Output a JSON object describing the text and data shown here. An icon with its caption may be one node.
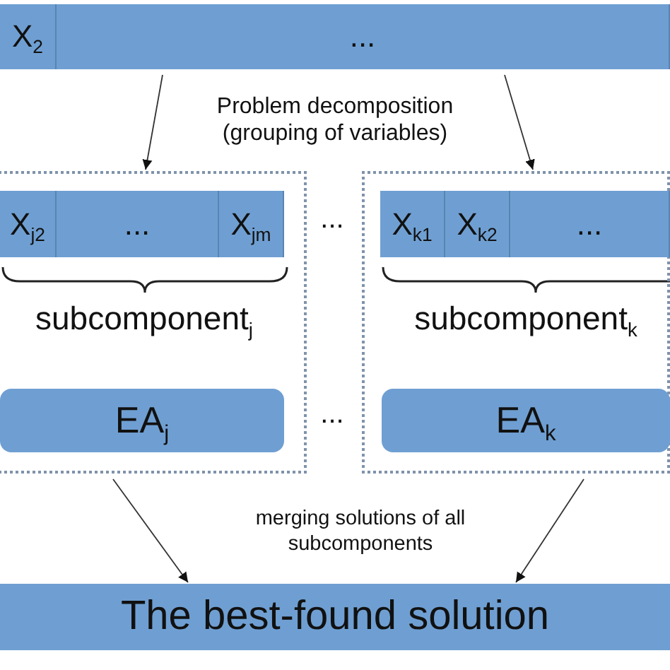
{
  "diagram": {
    "nodes": [
      {
        "text": [],
        "shape": "bar"
      },
      {
        "text": [
          "X$_{2}$"
        ],
        "in": 0
      },
      {
        "text": [
          "..."
        ],
        "in": 0
      },
      {
        "text": [],
        "shape": "box"
      },
      {
        "text": [
          "X$_{j2}$"
        ],
        "in": 3
      },
      {
        "text": [
          "..."
        ],
        "in": 3
      },
      {
        "text": [
          "X$_{jm}$"
        ],
        "in": 3
      },
      {
        "text": [
          "EA$_{j}$"
        ],
        "in": 3
      },
      {
        "text": [],
        "shape": "box"
      },
      {
        "text": [
          "X$_{k1}$"
        ],
        "in": 8
      },
      {
        "text": [
          "X$_{k2}$"
        ],
        "in": 8
      },
      {
        "text": [
          "..."
        ],
        "in": 8
      },
      {
        "text": [
          "EA$_{k}$"
        ],
        "in": 8
      },
      {
        "text": [
          "The best-found solution"
        ]
      }
    ],
    "edges": [
      {
        "from": 0,
        "to": 3,
        "arrow": "to"
      },
      {
        "from": 0,
        "to": 8,
        "arrow": "to"
      },
      {
        "from": 3,
        "to": 13,
        "arrow": "to"
      },
      {
        "from": 8,
        "to": 13,
        "arrow": "to"
      }
    ],
    "labels": [
      "Problem decomposition (grouping of variables)",
      "...",
      "subcomponent$_{j}$",
      "subcomponent$_{k}$",
      "...",
      "merging solutions of all subcomponents"
    ]
  }
}
